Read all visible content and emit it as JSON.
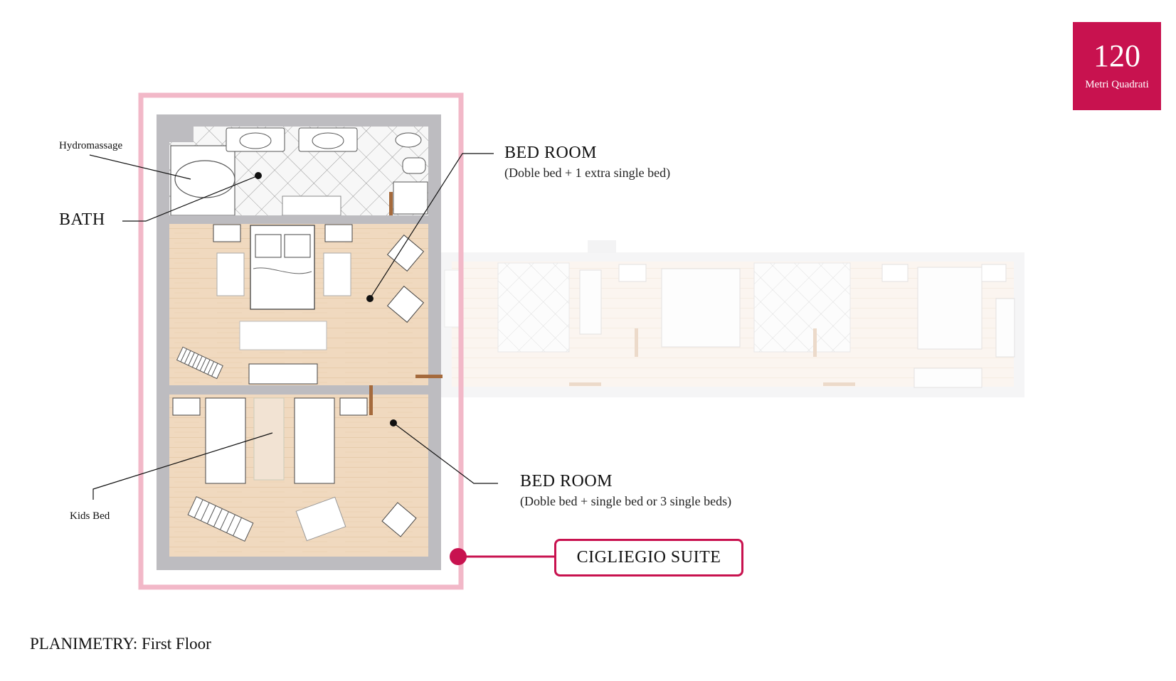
{
  "area": {
    "value": "120",
    "unit": "Metri Quadrati"
  },
  "labels": {
    "hydromassage": "Hydromassage",
    "bath": "BATH",
    "bedroom1_title": "BED ROOM",
    "bedroom1_sub": "(Doble bed + 1 extra single bed)",
    "bedroom2_title": "BED ROOM",
    "bedroom2_sub": "(Doble bed + single bed or 3 single beds)",
    "kids_bed": "Kids Bed"
  },
  "suite_name": "CIGLIEGIO SUITE",
  "floor_title": "PLANIMETRY: First Floor",
  "colors": {
    "accent": "#c8124f",
    "outline": "#f2b8c8",
    "wall": "#bdbcc0",
    "floor": "#f1dcc4",
    "tile": "#f4f4f4"
  }
}
